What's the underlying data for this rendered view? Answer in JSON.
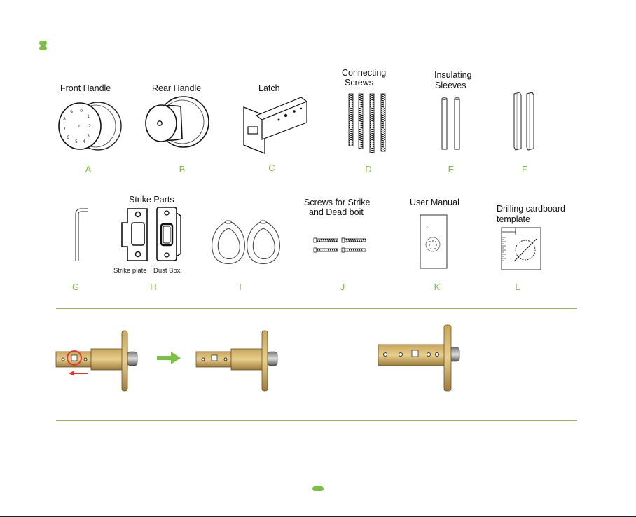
{
  "colors": {
    "accent": "#7ac143",
    "arrow_red": "#e03a2a"
  },
  "row1": [
    {
      "label": "Front Handle",
      "letter": "A"
    },
    {
      "label": "Rear Handle",
      "letter": "B"
    },
    {
      "label": "Latch",
      "letter": "C"
    },
    {
      "label_lines": [
        "Connecting",
        "Screws"
      ],
      "letter": "D"
    },
    {
      "label_lines": [
        "Insulating",
        "Sleeves"
      ],
      "letter": "E"
    },
    {
      "letter": "F"
    }
  ],
  "row2": [
    {
      "letter": "G"
    },
    {
      "label": "Strike Parts",
      "letter": "H",
      "sub_left": "Strike plate",
      "sub_right": "Dust Box"
    },
    {
      "letter": "I"
    },
    {
      "label_lines": [
        "Screws  for Strike",
        "and Dead boit"
      ],
      "letter": "J"
    },
    {
      "label": "User Manual",
      "letter": "K"
    },
    {
      "label_lines": [
        "Drilling cardboard",
        "template"
      ],
      "letter": "L"
    }
  ],
  "icons": {
    "header_marker": "green-pill-icon",
    "footer_marker": "green-pill-icon",
    "step_arrow": "green-arrow-right-icon",
    "pull_arrow": "red-arrow-left-icon"
  }
}
